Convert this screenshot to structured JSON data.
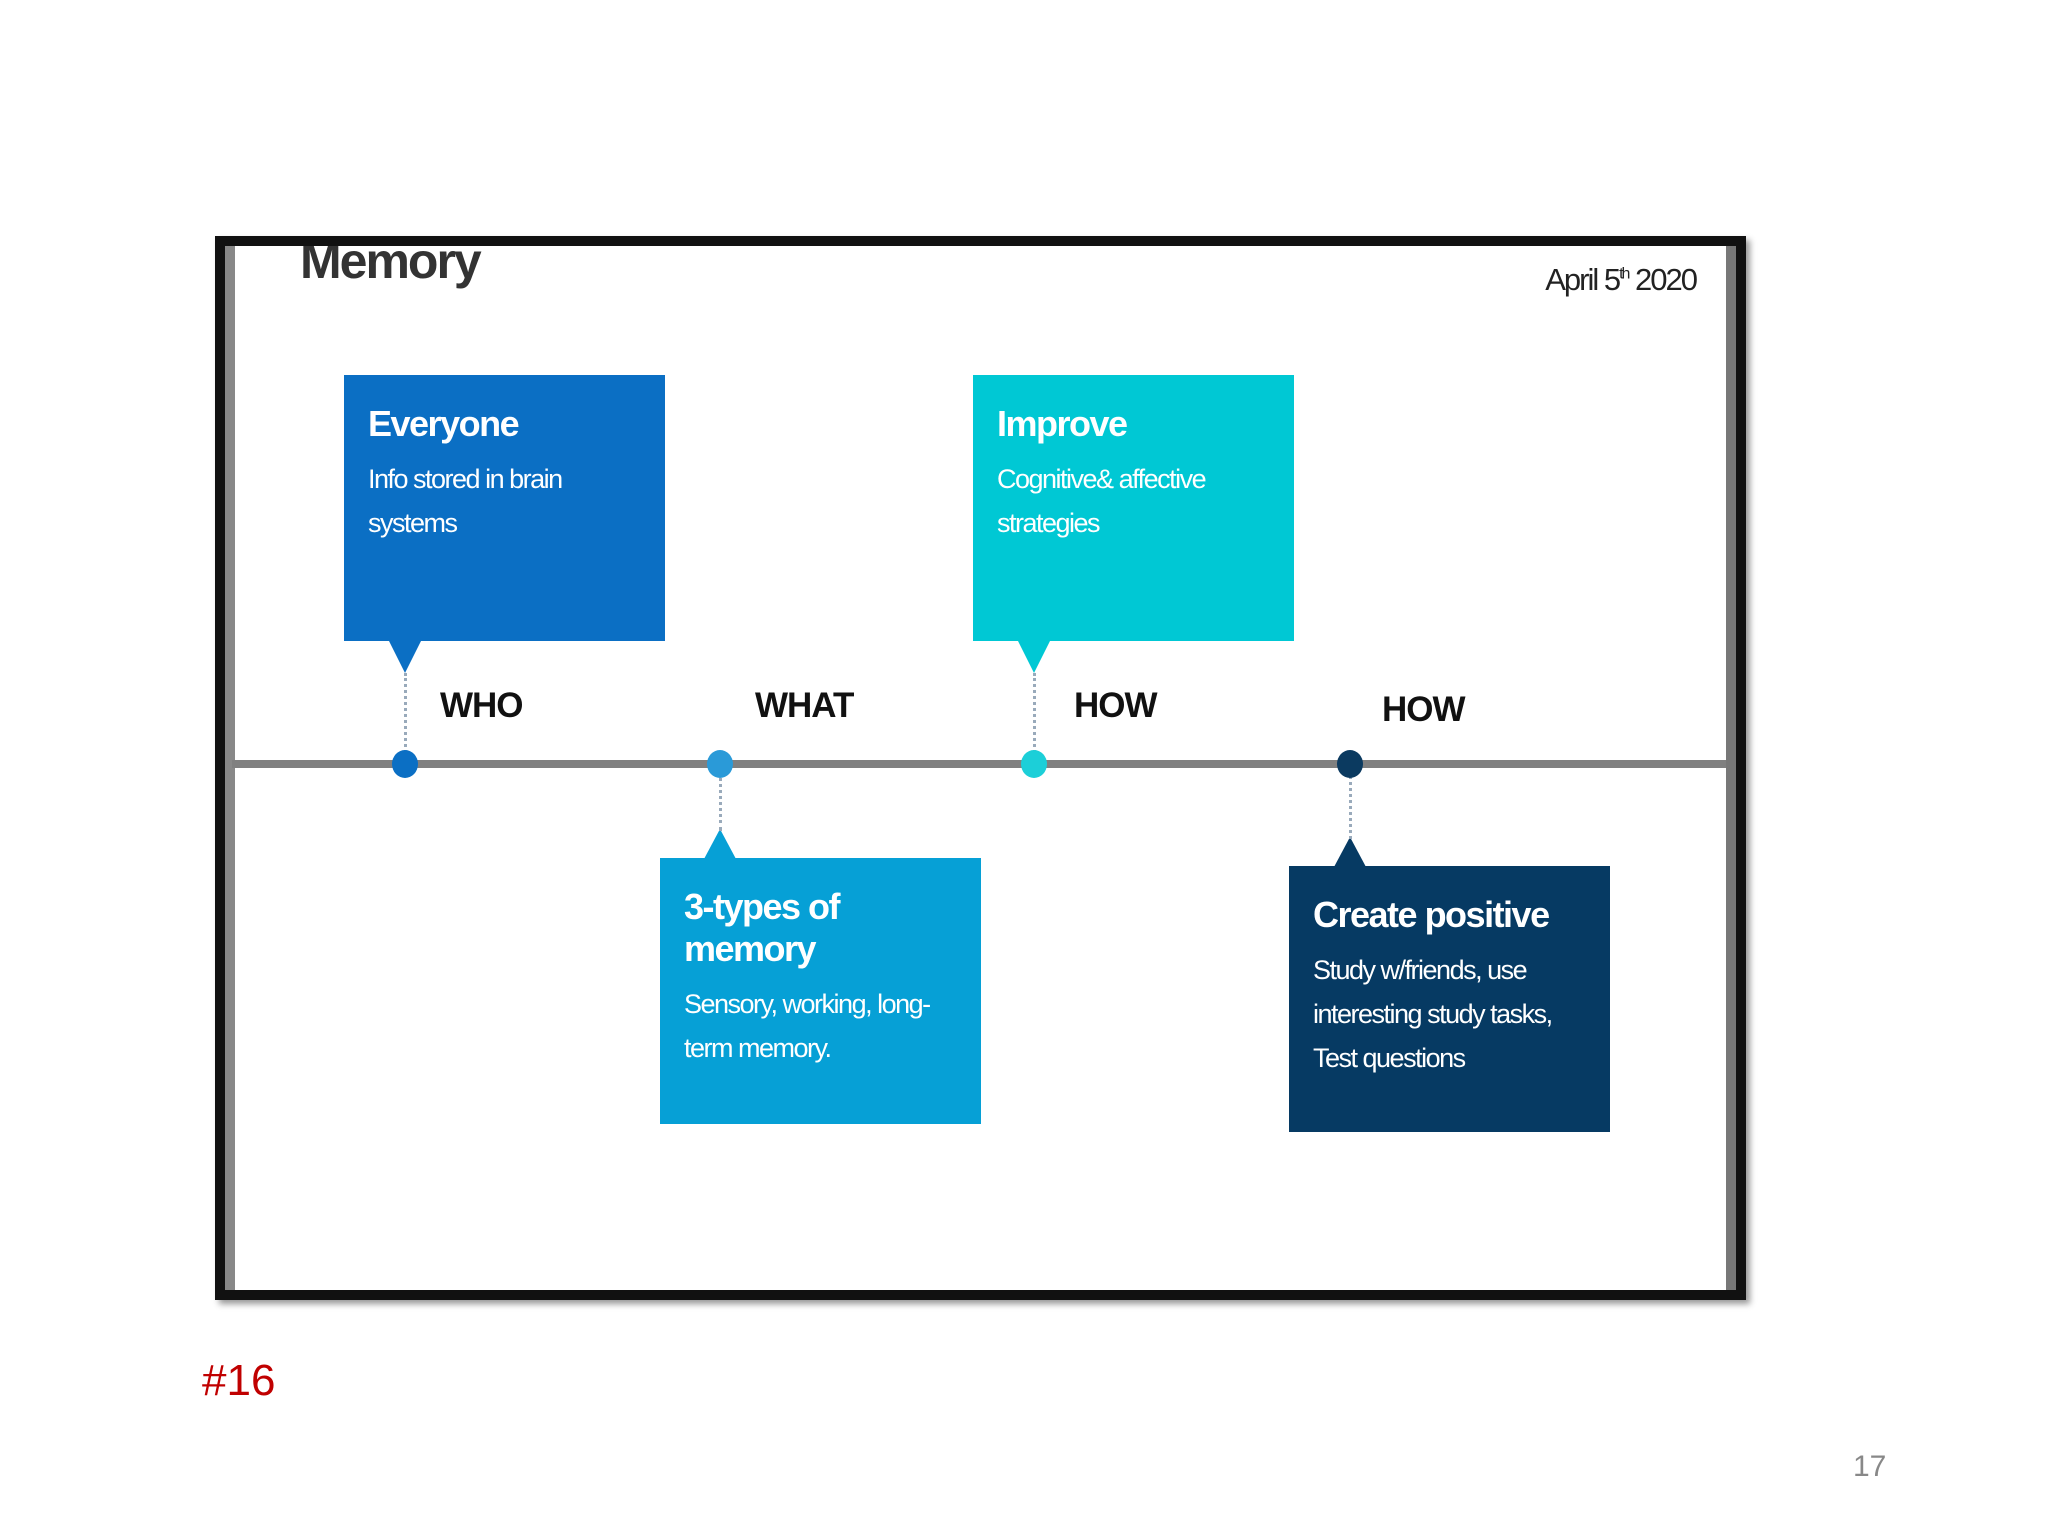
{
  "diagram": {
    "title": "Memory",
    "date": {
      "main": "April 5",
      "sup": "th",
      "year": " 2020"
    },
    "colors": {
      "box1": "#0b6fc4",
      "box2": "#00c8d4",
      "box3": "#06a0d6",
      "box4": "#063a63",
      "timeline": "#808080"
    },
    "milestones": [
      {
        "label": "WHO",
        "box_title": "Everyone",
        "box_lines": [
          "Info  stored in brain",
          "systems"
        ]
      },
      {
        "label": "WHAT",
        "box_title": "3-types of memory",
        "box_lines": [
          "Sensory, working, long-",
          "term memory."
        ]
      },
      {
        "label": "HOW",
        "box_title": "Improve",
        "box_lines": [
          "Cognitive& affective",
          "strategies"
        ]
      },
      {
        "label": "HOW",
        "box_title": "Create positive",
        "box_lines": [
          "Study w/friends, use",
          "interesting study tasks,",
          "Test questions"
        ]
      }
    ]
  },
  "slide_label": "#16",
  "page_number": "17"
}
